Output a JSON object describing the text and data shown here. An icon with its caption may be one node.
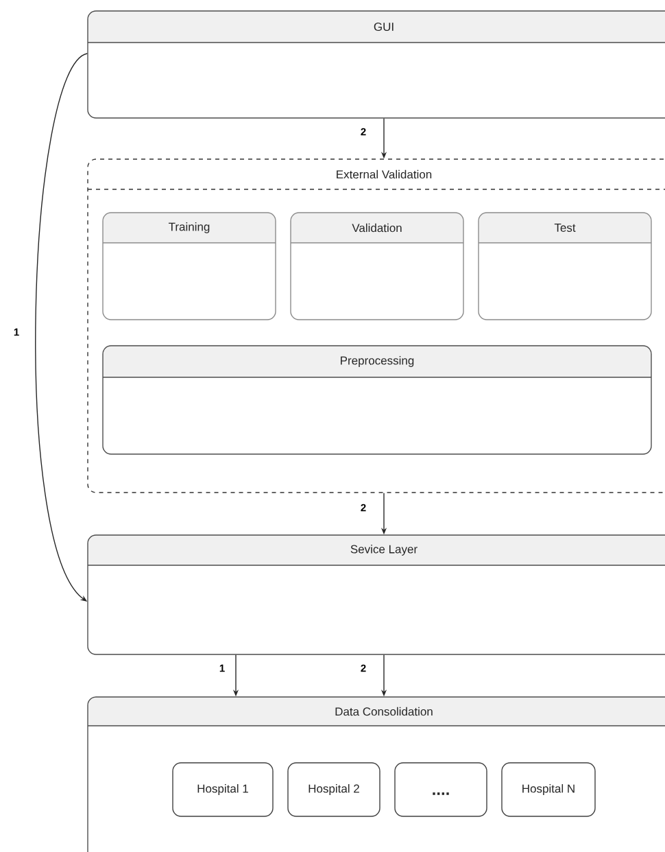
{
  "diagram": {
    "nodes": [
      {
        "text": [
          "GUI"
        ]
      },
      {
        "text": [
          "External Validation"
        ]
      },
      {
        "text": [
          "Training"
        ],
        "in": 1
      },
      {
        "text": [
          "Validation"
        ],
        "in": 1
      },
      {
        "text": [
          "Test"
        ],
        "in": 1
      },
      {
        "text": [
          "Preprocessing"
        ],
        "in": 1
      },
      {
        "text": [
          "Sevice Layer"
        ]
      },
      {
        "text": [
          "Data Consolidation"
        ]
      },
      {
        "text": [
          "Hospital 1"
        ],
        "in": 7
      },
      {
        "text": [
          "Hospital 2"
        ],
        "in": 7
      },
      {
        "text": [
          "...."
        ],
        "in": 7
      },
      {
        "text": [
          "Hospital N"
        ],
        "in": 7
      }
    ],
    "edges": [
      {
        "from": 0,
        "to": 1,
        "arrow": "to",
        "label": "2"
      },
      {
        "from": 1,
        "to": 6,
        "arrow": "to",
        "label": "2"
      },
      {
        "from": 0,
        "to": 6,
        "arrow": "to",
        "label": "1"
      },
      {
        "from": 6,
        "to": 7,
        "arrow": "to",
        "label": "1"
      },
      {
        "from": 6,
        "to": 7,
        "arrow": "to",
        "label": "2"
      }
    ]
  }
}
